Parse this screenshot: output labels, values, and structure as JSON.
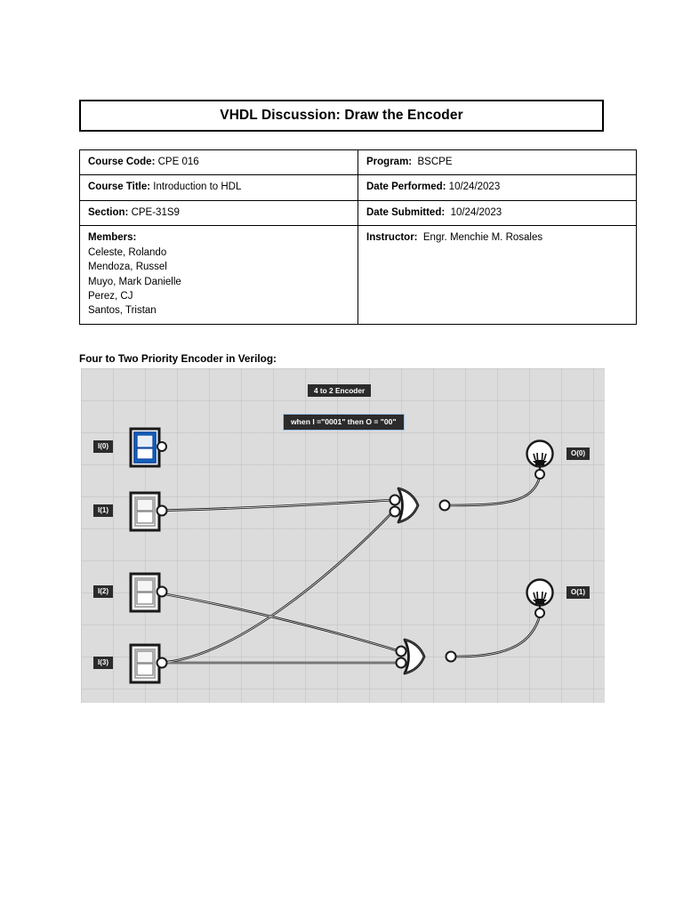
{
  "document": {
    "title": "VHDL Discussion: Draw the Encoder",
    "info": {
      "course_code_label": "Course Code:",
      "course_code_value": "CPE 016",
      "program_label": "Program:",
      "program_value": "BSCPE",
      "course_title_label": "Course Title:",
      "course_title_value": "Introduction to HDL",
      "date_performed_label": "Date Performed:",
      "date_performed_value": "10/24/2023",
      "section_label": "Section:",
      "section_value": "CPE-31S9",
      "date_submitted_label": "Date Submitted:",
      "date_submitted_value": "10/24/2023",
      "members_label": "Members:",
      "members": [
        "Celeste, Rolando",
        "Mendoza, Russel",
        "Muyo, Mark Danielle",
        "Perez, CJ",
        "Santos, Tristan"
      ],
      "instructor_label": "Instructor:",
      "instructor_value": "Engr. Menchie M. Rosales"
    },
    "section_heading": "Four to Two Priority Encoder in Verilog:"
  },
  "circuit": {
    "badge_title": "4 to 2 Encoder",
    "badge_condition": "when I =\"0001\" then O = \"00\"",
    "inputs": [
      {
        "label": "I(0)",
        "state": "on"
      },
      {
        "label": "I(1)",
        "state": "off"
      },
      {
        "label": "I(2)",
        "state": "off"
      },
      {
        "label": "I(3)",
        "state": "off"
      }
    ],
    "outputs": [
      {
        "label": "O(0)",
        "state": "off"
      },
      {
        "label": "O(1)",
        "state": "off"
      }
    ],
    "gates": [
      {
        "type": "or-gate",
        "name": "or-gate-upper"
      },
      {
        "type": "or-gate",
        "name": "or-gate-lower"
      }
    ],
    "colors": {
      "canvas": "#dcdcdc",
      "badge_bg": "#2b2b2b",
      "badge_text": "#ffffff",
      "active_switch": "#1565c0",
      "wire": "#000000"
    }
  }
}
